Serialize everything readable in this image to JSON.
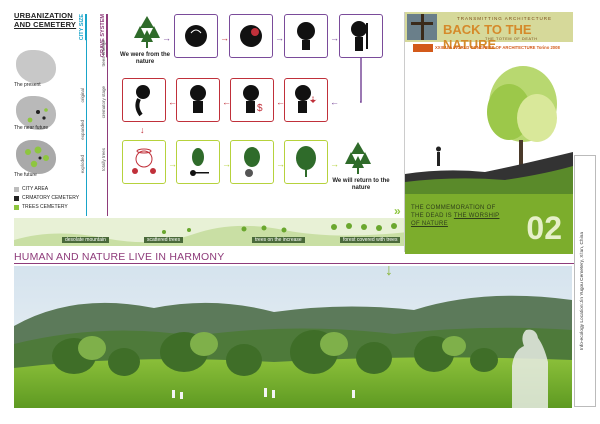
{
  "left": {
    "title_line1": "URBANIZATION",
    "title_line2": "AND CEMETERY",
    "city_size": "CITY SIZE",
    "grave_system": "GRAVE SYSTEM",
    "maps": [
      {
        "label": "The present",
        "stage": "original",
        "grave": "trees emerge"
      },
      {
        "label": "The near future",
        "stage": "expanded",
        "grave": "crematory stage"
      },
      {
        "label": "The future",
        "stage": "exploded",
        "grave": "totally trees"
      }
    ],
    "legend": [
      {
        "label": "CITY AREA",
        "color": "#bdbdbd"
      },
      {
        "label": "CRMATORY CEMETERY",
        "color": "#222222"
      },
      {
        "label": "TREES CEMETERY",
        "color": "#8ec63f"
      }
    ]
  },
  "flow": {
    "start_text": "We were from the nature",
    "end_text": "We will return to the nature"
  },
  "strip": {
    "segments": [
      "desolate mountain",
      "scattered trees",
      "trees on the increase",
      "forest covered with trees"
    ]
  },
  "poster": {
    "subtitle": "TRANSMITTING ARCHITECTURE",
    "title": "BACK TO THE NATURE",
    "tagline": "THE TOTEM OF DEATH",
    "congress": "XXIII UIA WORLD CONGRESS OF ARCHITECTURE Torino 2008",
    "body_prefix": "THE COMMEMORATION OF THE DEAD IS",
    "body_link": "THE WORSHIP OF NATURE",
    "number": "02"
  },
  "side_caption": "Info-ecology  Location:Jin Yugou Cemetery, Xi'an, China",
  "bottom": {
    "heading": "HUMAN AND NATURE LIVE IN HARMONY"
  },
  "colors": {
    "purple": "#7a4b9a",
    "red": "#c0303a",
    "lime": "#b6d23c",
    "green": "#7cad2c",
    "cyan": "#19a4c9"
  }
}
